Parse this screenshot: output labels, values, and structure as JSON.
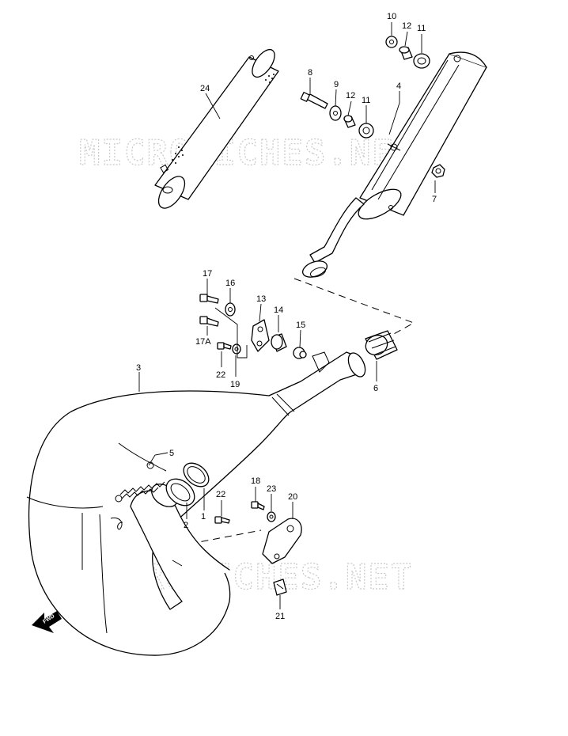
{
  "diagram": {
    "watermark": "MICROFICHES.NET",
    "fwd_label": "FWD",
    "callouts": {
      "c10": "10",
      "c12a": "12",
      "c11a": "11",
      "c8": "8",
      "c9": "9",
      "c12b": "12",
      "c11b": "11",
      "c4": "4",
      "c24": "24",
      "c7": "7",
      "c17": "17",
      "c16": "16",
      "c13": "13",
      "c14": "14",
      "c15": "15",
      "c17a": "17A",
      "c22a": "22",
      "c19": "19",
      "c6": "6",
      "c3": "3",
      "c5": "5",
      "c18": "18",
      "c23": "23",
      "c20": "20",
      "c22b": "22",
      "c2": "2",
      "c1": "1",
      "c21": "21"
    }
  }
}
